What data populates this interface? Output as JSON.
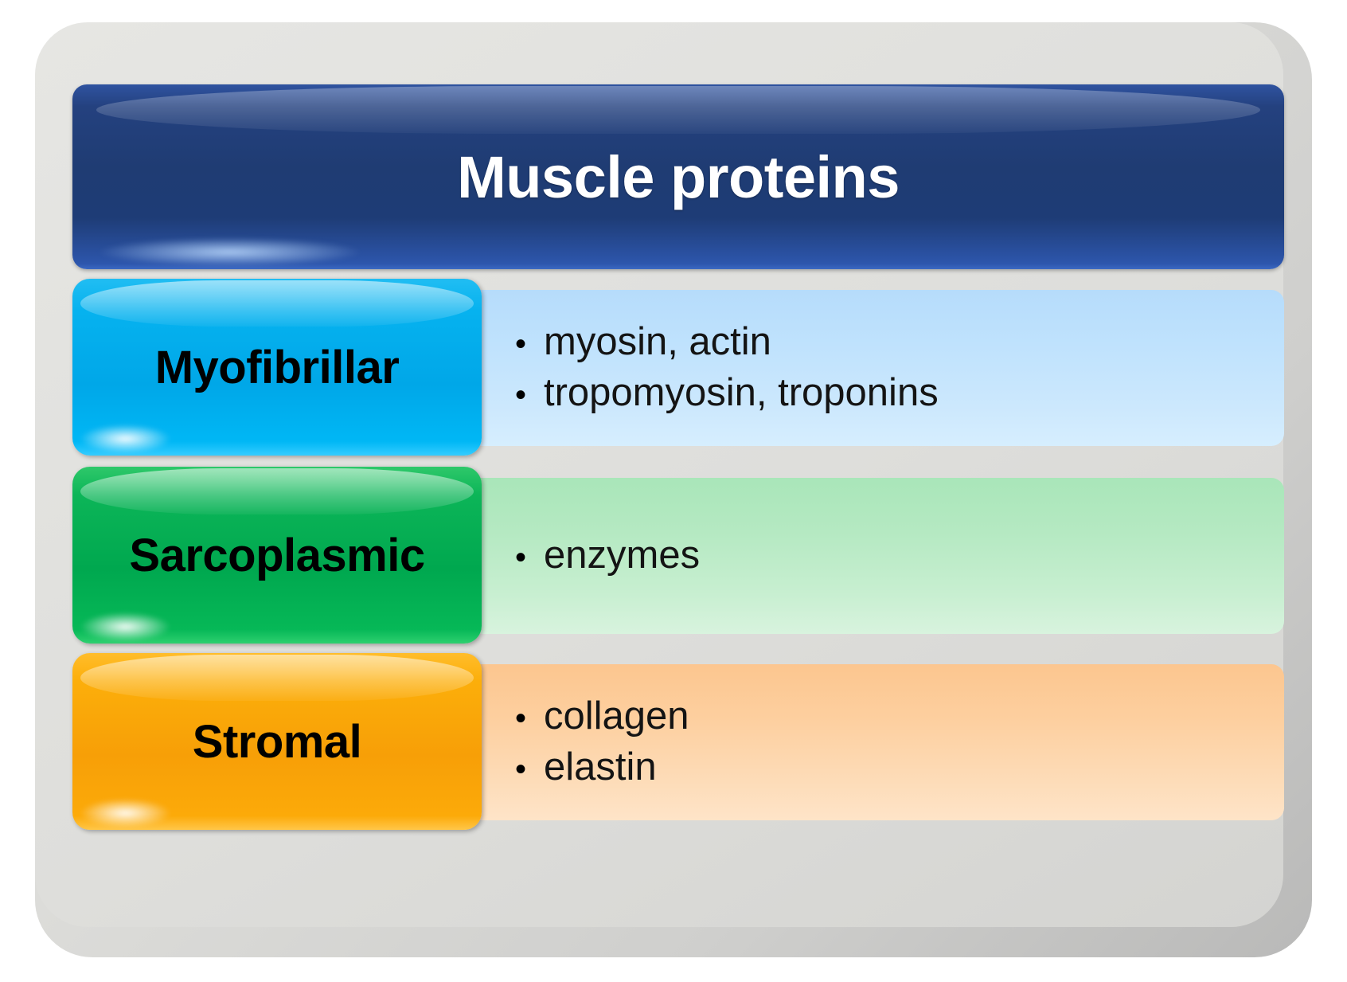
{
  "diagram": {
    "header": {
      "title": "Muscle proteins",
      "background_color": "#1f3c73",
      "text_color": "#ffffff"
    },
    "rows": [
      {
        "label": "Myofibrillar",
        "label_color": "#00a7e8",
        "panel_color": "#bfe2fd",
        "bullet_glyph": "•",
        "items": [
          "myosin, actin",
          "tropomyosin, troponins"
        ]
      },
      {
        "label": "Sarcoplasmic",
        "label_color": "#00a84f",
        "panel_color": "#b5e9c2",
        "bullet_glyph": "•",
        "items": [
          "enzymes"
        ]
      },
      {
        "label": "Stromal",
        "label_color": "#f79f07",
        "panel_color": "#fdcf9f",
        "bullet_glyph": "•",
        "items": [
          "collagen",
          "elastin"
        ]
      }
    ],
    "frame_color": "#dcdcd9"
  }
}
